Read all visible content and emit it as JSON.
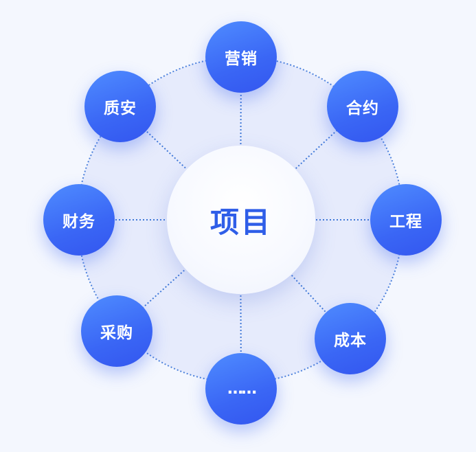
{
  "center": {
    "label": "项目"
  },
  "nodes": [
    {
      "label": "营销"
    },
    {
      "label": "合约"
    },
    {
      "label": "工程"
    },
    {
      "label": "成本"
    },
    {
      "label": "……"
    },
    {
      "label": "采购"
    },
    {
      "label": "财务"
    },
    {
      "label": "质安"
    }
  ],
  "colors": {
    "node": "#3a66f5",
    "center_text": "#2f5ee8",
    "connector": "#3f78d8"
  }
}
